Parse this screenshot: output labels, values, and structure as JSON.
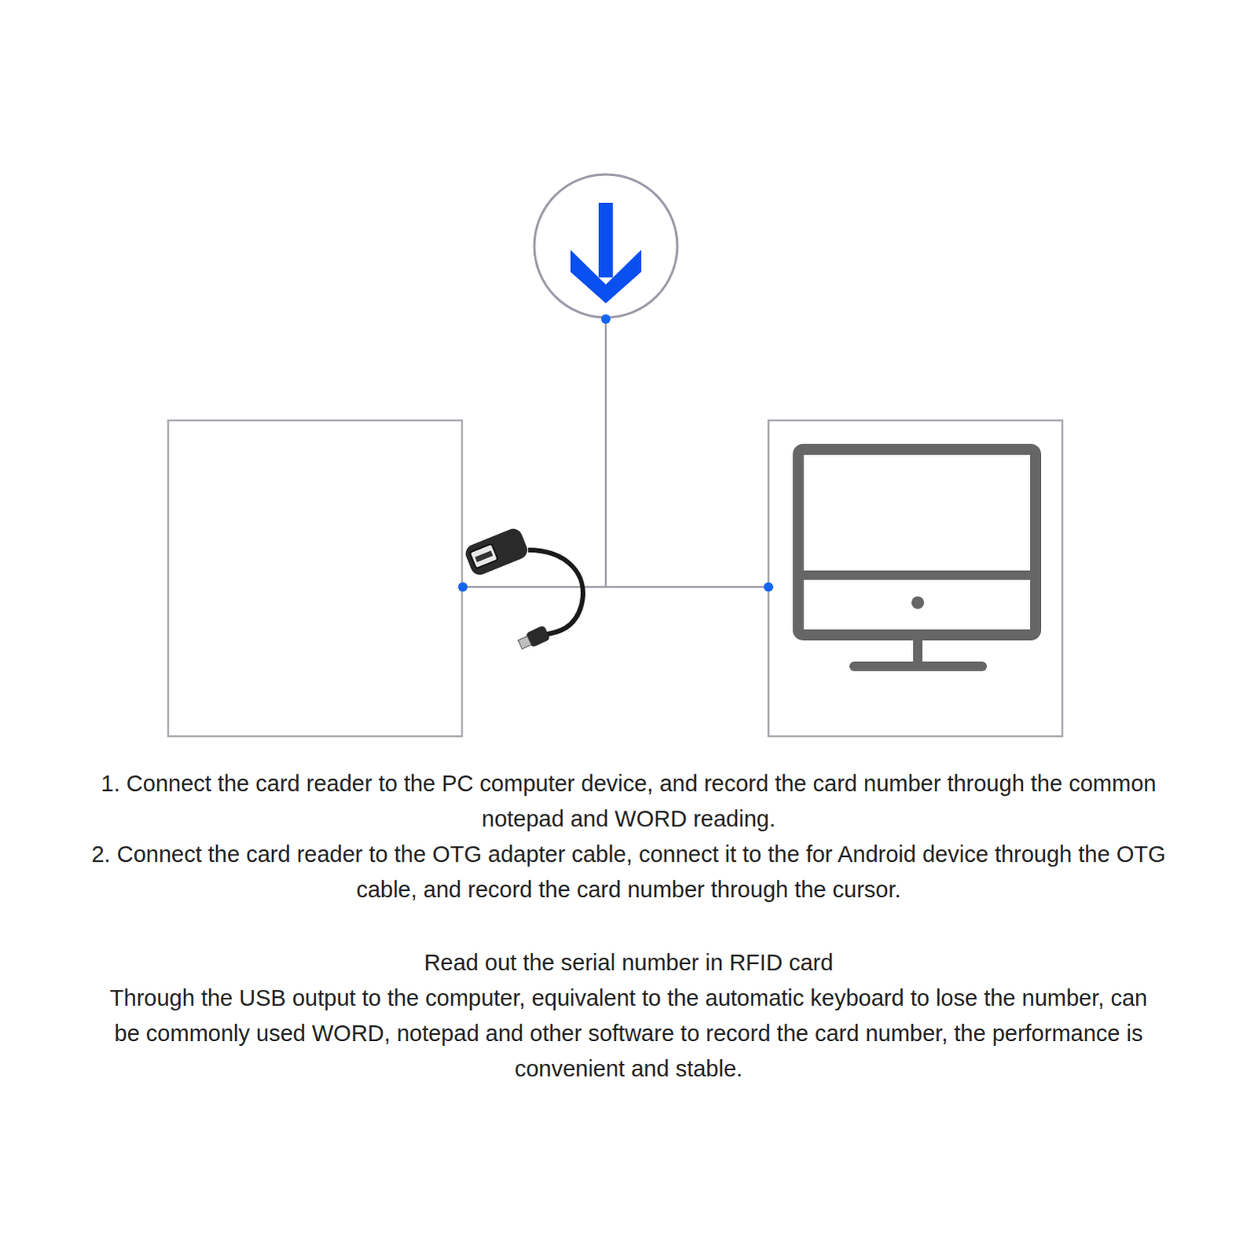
{
  "diagram": {
    "labels": [
      "1. Connect the card reader to the PC computer device, and record the card number through the common notepad and WORD reading.",
      "2. Connect the card reader to the OTG adapter cable, connect it to the for Android device through the OTG cable, and record the card number through the cursor.",
      "Read out the serial number in RFID card",
      "Through the USB output to the computer, equivalent to the automatic keyboard to lose the number, can be commonly used WORD, notepad and other software to record the card number, the performance is convenient and stable."
    ]
  }
}
